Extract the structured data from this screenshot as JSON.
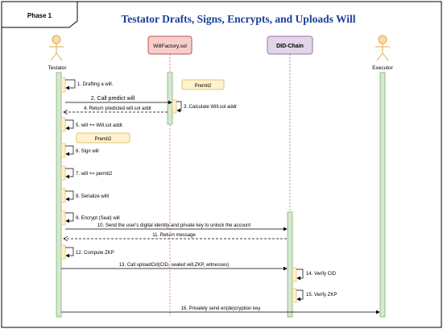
{
  "phase_label": "Phase 1",
  "title": "Testator Drafts, Signs, Encrypts, and Uploads Will",
  "participants": {
    "testator": "Testator",
    "factory": "WillFactory.sol",
    "chain": "DID-Chain",
    "executor": "Executor"
  },
  "notes": {
    "premit_1": "Premit2",
    "premit_2": "Premit2"
  },
  "messages": {
    "m1": "1. Drafting a will.",
    "m2": "2. Call predict will",
    "m3": "3. Calculate Will.sol addr",
    "m4": "4. Return predicted will.sol addr",
    "m5": "5. will += Will.sol addr.",
    "m6": "6. Sign will",
    "m7": "7. will += permit2",
    "m8": "8. Serialize willl",
    "m9": "9. Encrypt (Seal) will",
    "m10": "10. Send the user's digital identity and private key to unlock the account",
    "m11": "11. Return message",
    "m12": "12. Compute ZKP",
    "m13": "13. Call uploadCid(CID, sealed will,ZKP, witnesses)",
    "m14": "14. Verify CID",
    "m15": "15. Verify ZKP",
    "m16": "16. Privately send en(de)cryption key"
  },
  "colors": {
    "actor": "#f2c98a",
    "lifeline_fill": "#d5e8d4",
    "lifeline_stroke": "#82b366",
    "activation_fill": "#fff2cc",
    "activation_stroke": "#d6b656",
    "factory_fill": "#f8cecc",
    "factory_stroke": "#b85450",
    "chain_fill": "#e1d5e7",
    "chain_stroke": "#9673a6",
    "title": "#1a3d9e"
  }
}
